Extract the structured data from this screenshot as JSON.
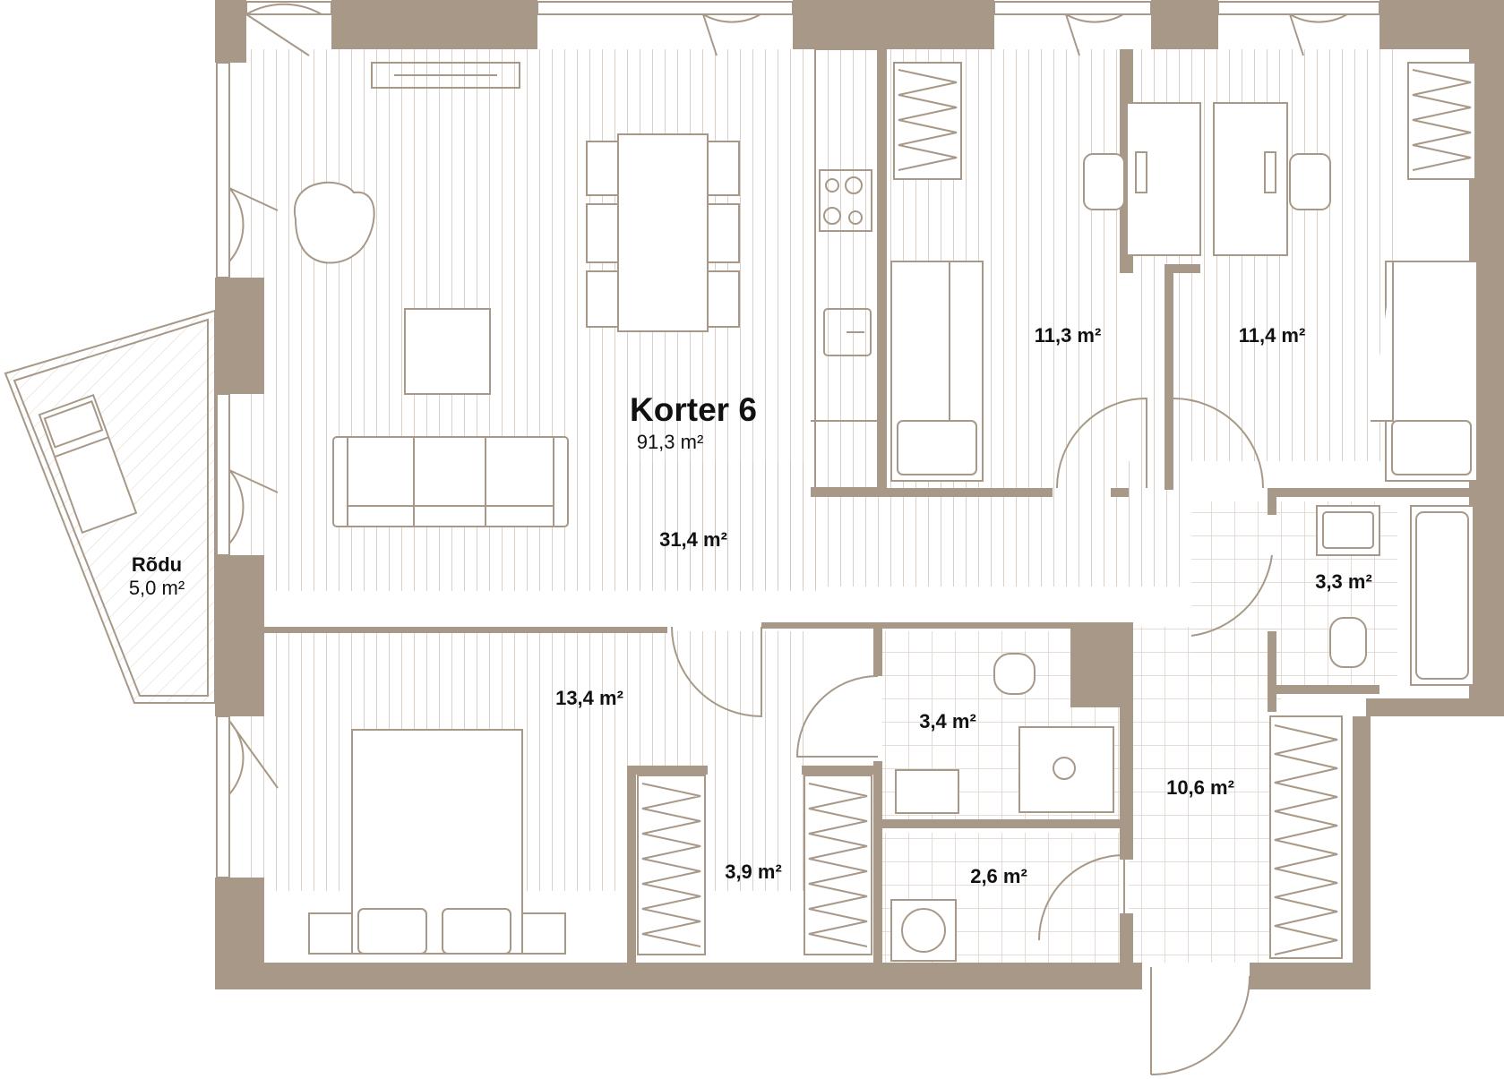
{
  "apartment": {
    "name": "Korter 6",
    "total_area": "91,3 m²"
  },
  "balcony": {
    "name": "Rõdu",
    "area": "5,0 m²"
  },
  "rooms": {
    "living": "31,4 m²",
    "bedroom_a": "11,3 m²",
    "bedroom_b": "11,4 m²",
    "bathroom": "3,3 m²",
    "master_bedroom": "13,4 m²",
    "wc": "3,4 m²",
    "wardrobe": "3,9 m²",
    "hallway": "10,6 m²",
    "utility": "2,6 m²"
  },
  "colors": {
    "wall": "#a89888",
    "line": "#a89888",
    "floor": "#ffffff"
  }
}
